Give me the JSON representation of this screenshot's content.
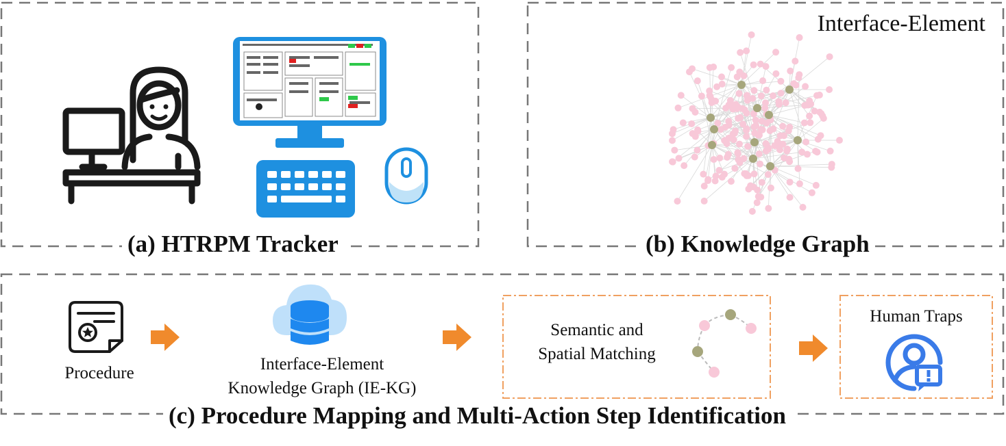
{
  "panel_a": {
    "caption": "(a) HTRPM Tracker"
  },
  "panel_b": {
    "caption": "(b) Knowledge Graph",
    "graph_label": "Interface-Element"
  },
  "panel_c": {
    "caption": "(c) Procedure Mapping and Multi-Action Step Identification",
    "procedure_label": "Procedure",
    "iekg_line1": "Interface-Element",
    "iekg_line2": "Knowledge Graph (IE-KG)",
    "matching_line1": "Semantic and",
    "matching_line2": "Spatial Matching",
    "traps_label": "Human Traps"
  },
  "colors": {
    "dash": "#777777",
    "accent_blue": "#1e90e0",
    "arrow_orange": "#f08a2c",
    "node_pink": "#f8c8d8",
    "node_olive": "#a6a67c",
    "trap_blue": "#3a7be8",
    "box_orange": "#f0a060"
  },
  "icons": [
    "person-at-computer-icon",
    "monitor-icon",
    "keyboard-icon",
    "mouse-icon",
    "procedure-document-icon",
    "cloud-database-icon",
    "human-trap-icon"
  ]
}
